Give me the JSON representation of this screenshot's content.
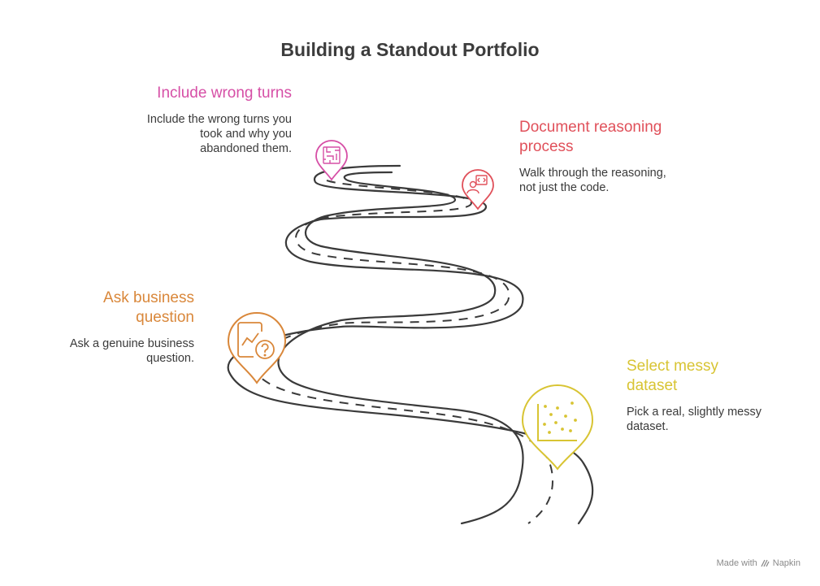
{
  "title": "Building a Standout Portfolio",
  "steps": [
    {
      "heading": "Include wrong turns",
      "description": [
        "Include the wrong turns you",
        "took and why you",
        "abandoned them."
      ],
      "color": "#d64fa6",
      "icon": "maze-icon"
    },
    {
      "heading": [
        "Document reasoning",
        "process"
      ],
      "description": [
        "Walk through the reasoning,",
        "not just the code."
      ],
      "color": "#e0505a",
      "icon": "code-person-icon"
    },
    {
      "heading": [
        "Ask business",
        "question"
      ],
      "description": [
        "Ask a genuine business",
        "question."
      ],
      "color": "#d9873a",
      "icon": "chart-question-icon"
    },
    {
      "heading": [
        "Select messy",
        "dataset"
      ],
      "description": [
        "Pick a real, slightly messy",
        "dataset."
      ],
      "color": "#d8c433",
      "icon": "scatter-plot-icon"
    }
  ],
  "watermark": {
    "prefix": "Made with",
    "brand": "Napkin"
  }
}
